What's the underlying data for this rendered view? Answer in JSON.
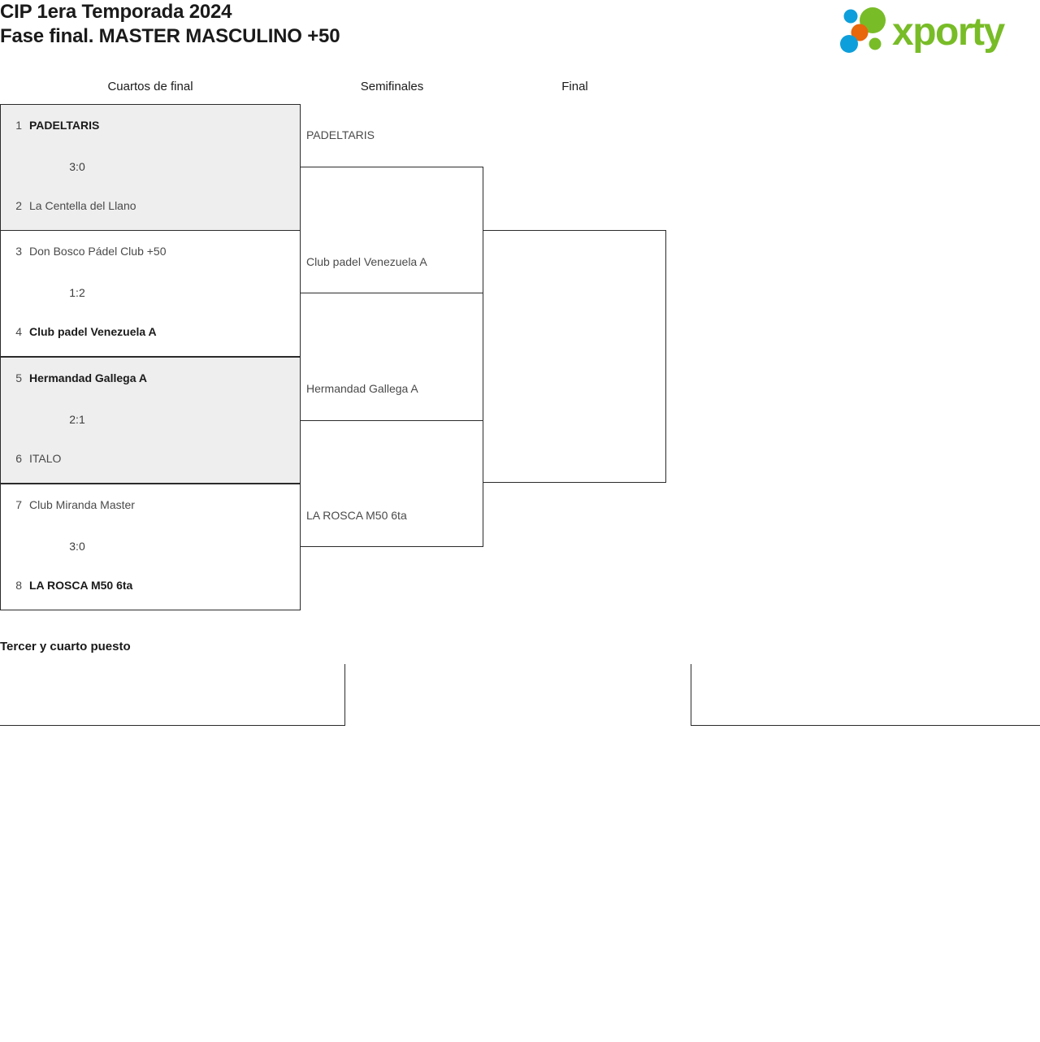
{
  "header": {
    "title_line1": "CIP 1era Temporada 2024",
    "title_line2": "Fase final. MASTER MASCULINO +50",
    "logo_text": "xporty",
    "logo_colors": {
      "green": "#78bc27",
      "blue": "#0d9fdb",
      "orange": "#e8660c"
    }
  },
  "rounds": [
    {
      "label": "Cuartos de final"
    },
    {
      "label": "Semifinales"
    },
    {
      "label": "Final"
    }
  ],
  "quarterfinals": [
    {
      "shaded": true,
      "score": "3:0",
      "top": {
        "seed": "1",
        "team": "PADELTARIS",
        "winner": true
      },
      "bottom": {
        "seed": "2",
        "team": "La Centella del Llano",
        "winner": false
      }
    },
    {
      "shaded": false,
      "score": "1:2",
      "top": {
        "seed": "3",
        "team": "Don Bosco Pádel Club +50",
        "winner": false
      },
      "bottom": {
        "seed": "4",
        "team": "Club padel Venezuela A",
        "winner": true
      }
    },
    {
      "shaded": true,
      "score": "2:1",
      "top": {
        "seed": "5",
        "team": "Hermandad Gallega A",
        "winner": true
      },
      "bottom": {
        "seed": "6",
        "team": "ITALO",
        "winner": false
      }
    },
    {
      "shaded": false,
      "score": "3:0",
      "top": {
        "seed": "7",
        "team": "Club Miranda Master",
        "winner": false
      },
      "bottom": {
        "seed": "8",
        "team": "LA ROSCA M50 6ta",
        "winner": true
      }
    }
  ],
  "semifinals": [
    {
      "score": "",
      "top": "PADELTARIS",
      "bottom": "Club padel Venezuela A"
    },
    {
      "score": "",
      "top": "Hermandad Gallega A",
      "bottom": "LA ROSCA M50 6ta"
    }
  ],
  "final": {
    "score": "",
    "top": "",
    "bottom": ""
  },
  "third_place": {
    "title": "Tercer y cuarto puesto",
    "left_slot_top": "",
    "left_slot_bottom": "",
    "right_slot_top": "",
    "right_slot_bottom": ""
  }
}
